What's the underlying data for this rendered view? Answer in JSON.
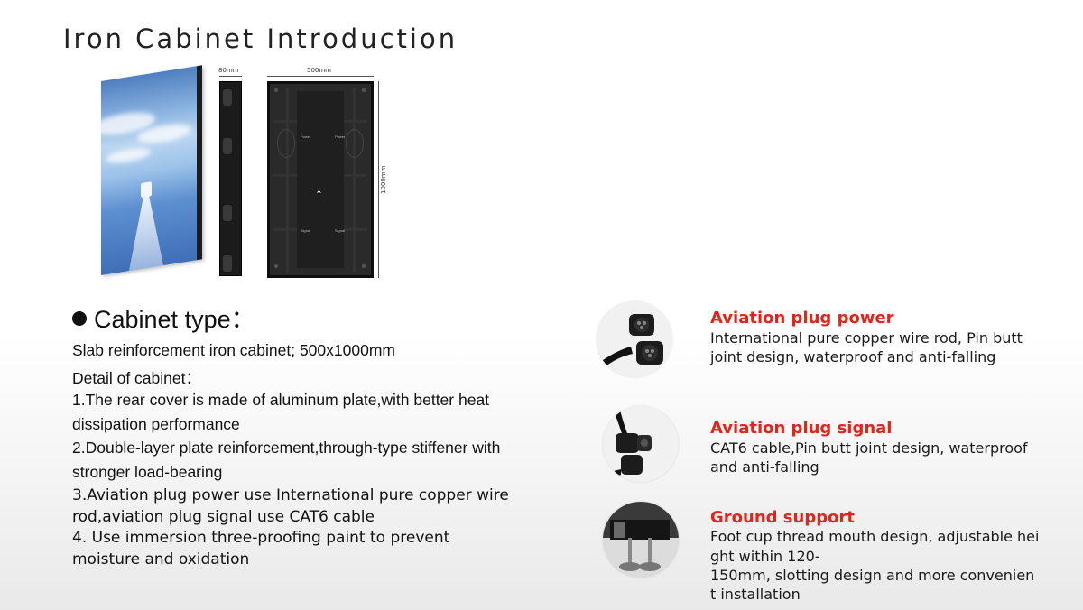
{
  "title": "Iron Cabinet Introduction",
  "diagram": {
    "width_label": "80mm",
    "depth_label": "500mm",
    "height_label": "1000mm",
    "back_labels": [
      "Power",
      "Power",
      "Signal",
      "Signal"
    ]
  },
  "cabinet": {
    "heading": "Cabinet type：",
    "lines": [
      "Slab reinforcement iron cabinet; 500x1000mm",
      "Detail of cabinet：",
      "1.The rear cover is made of aluminum plate,with better heat",
      "dissipation performance",
      "2.Double-layer plate reinforcement,through-type stiffener with",
      "stronger load-bearing",
      "3.Aviation plug power use International pure copper wire",
      "rod,aviation plug signal use CAT6 cable",
      "4. Use immersion three-proofing paint to prevent",
      "moisture and oxidation"
    ]
  },
  "features": [
    {
      "title": "Aviation plug power",
      "lines": [
        "International pure copper wire rod, Pin butt",
        "joint design, waterproof and anti-falling"
      ],
      "icon": "power-plug-photo"
    },
    {
      "title": "Aviation plug signal",
      "lines": [
        "CAT6 cable,Pin butt joint design, waterproof",
        "and anti-falling"
      ],
      "icon": "signal-plug-photo"
    },
    {
      "title": "Ground support",
      "lines": [
        "Foot cup thread mouth design, adjustable hei",
        "ght within 120-",
        "150mm, slotting design and more convenien",
        "t installation"
      ],
      "icon": "ground-support-photo"
    }
  ],
  "colors": {
    "accent": "#e3241b",
    "text": "#1a1a1a"
  }
}
